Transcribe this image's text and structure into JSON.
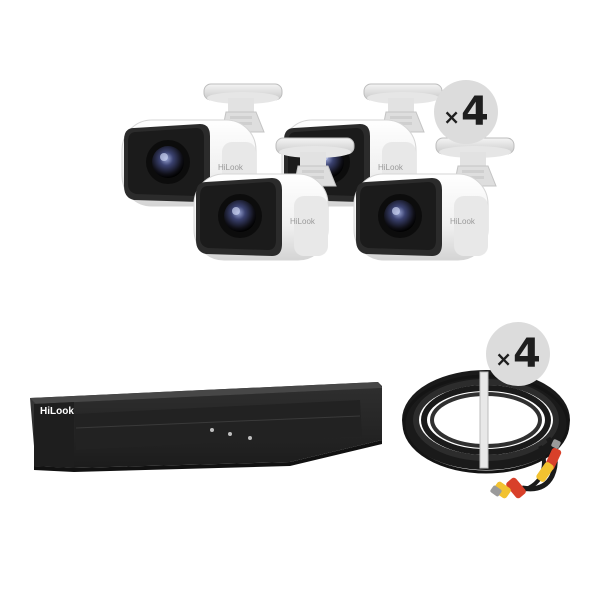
{
  "badges": {
    "cameras": {
      "prefix": "×",
      "count": "4"
    },
    "cables": {
      "prefix": "×",
      "count": "4"
    }
  },
  "brand": {
    "camera_label": "HiLook",
    "dvr_label": "HiLook"
  },
  "icons": [
    "bullet-camera-icon",
    "dvr-recorder-icon",
    "coaxial-cable-icon"
  ],
  "colors": {
    "camera_body": "#f4f4f4",
    "lens_housing": "#2a2a2a",
    "dvr_body": "#2b2b2b",
    "cable": "#1c1c1c",
    "connector_red": "#d8402a",
    "connector_yellow": "#f2c230",
    "badge": "#dcdcdc"
  }
}
